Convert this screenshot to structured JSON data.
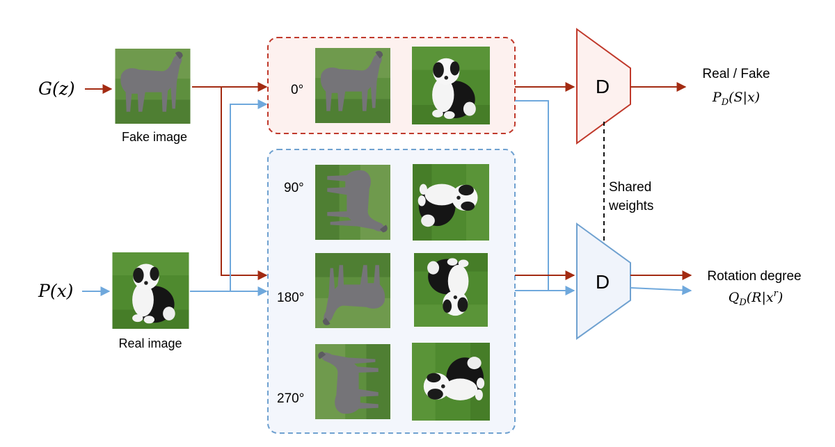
{
  "inputs": {
    "generator": "G(z)",
    "real": "P(x)"
  },
  "captions": {
    "fake": "Fake image",
    "real": "Real image"
  },
  "rotations": {
    "r0": "0°",
    "r90": "90°",
    "r180": "180°",
    "r270": "270°"
  },
  "discriminator": {
    "top_label": "D",
    "bottom_label": "D"
  },
  "shared": {
    "line1": "Shared",
    "line2": "weights"
  },
  "outputs": {
    "realfake_title": "Real / Fake",
    "realfake_formula": "P_D(S|x)",
    "rotation_title": "Rotation degree",
    "rotation_formula": "Q_D(R|x^r)"
  },
  "colors": {
    "fake_path": "#a32b12",
    "real_path": "#6fa8dc",
    "top_box_border": "#c0392b",
    "top_box_fill": "#fdf1ef",
    "bottom_box_border": "#6fa1d0",
    "bottom_box_fill": "#f3f6fc",
    "disc_top_fill": "#fdf1ef",
    "disc_bottom_fill": "#f0f4fb"
  },
  "icons": {
    "fake_image": "gray-poodle-photo",
    "real_image": "sheepdog-puppy-photo"
  }
}
